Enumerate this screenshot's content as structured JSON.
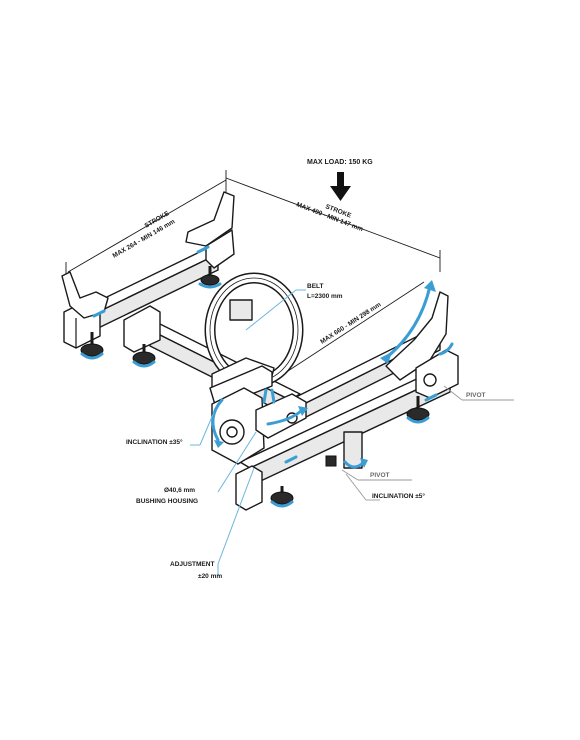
{
  "labels": {
    "max_load": "MAX LOAD: 150 KG",
    "stroke_left_title": "STROKE",
    "stroke_left_range": "MAX 264 - MIN 146 mm",
    "stroke_top_title": "STROKE",
    "stroke_top_range": "MAX 490 - MIN 147 mm",
    "stroke_right_range": "MAX 660 - MIN 298 mm",
    "belt_title": "BELT",
    "belt_length": "L=2300 mm",
    "inclination_35": "INCLINATION ±35°",
    "pivot_right": "PIVOT",
    "pivot_center": "PIVOT",
    "inclination_5": "INCLINATION ±5°",
    "bushing_diameter": "Ø40,6 mm",
    "bushing_housing": "BUSHING HOUSING",
    "adjustment_title": "ADJUSTMENT",
    "adjustment_range": "±20 mm"
  },
  "colors": {
    "accent_blue": "#3a9dd4",
    "leader_blue": "#6ab7de",
    "line": "#1a1a1a",
    "leader_grey": "#9a9a9a"
  },
  "icons": {
    "load_arrow": "down-arrow-icon",
    "rotation": "rotation-arrow-icon",
    "slide": "double-arrow-icon"
  }
}
